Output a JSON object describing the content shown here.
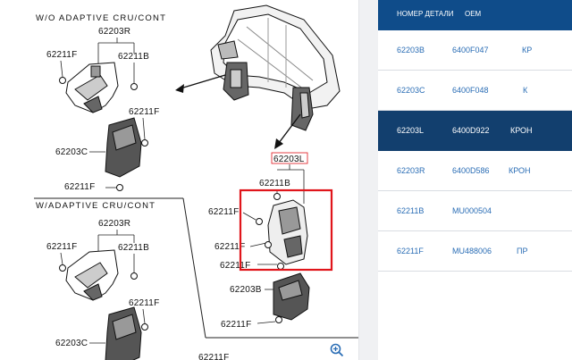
{
  "diagram": {
    "section_top": "W/O ADAPTIVE CRU/CONT",
    "section_bottom": "W/ADAPTIVE CRU/CONT",
    "top_labels": {
      "a": "62203R",
      "b": "62211F",
      "c": "62211B",
      "d": "62211F",
      "e": "62203C",
      "f": "62211F"
    },
    "bottom_labels": {
      "a": "62203R",
      "b": "62211F",
      "c": "62211B",
      "d": "62211F",
      "e": "62203C",
      "f": "62211F"
    },
    "right_labels": {
      "a": "62203L",
      "b": "62211B",
      "c": "62211F",
      "d": "62211F",
      "e": "62211F",
      "f": "62203B",
      "g": "62211F",
      "h": "62211F"
    },
    "highlight_color": "#e0151b",
    "zoom_icon": "zoom-in-icon"
  },
  "table": {
    "headers": {
      "part_number": "НОМЕР ДЕТАЛИ",
      "oem": "OEM"
    },
    "rows": [
      {
        "part": "62203B",
        "oem": "6400F047",
        "name": "КР"
      },
      {
        "part": "62203C",
        "oem": "6400F048",
        "name": "К"
      },
      {
        "part": "62203L",
        "oem": "6400D922",
        "name": "КРОН"
      },
      {
        "part": "62203R",
        "oem": "6400D586",
        "name": "КРОН"
      },
      {
        "part": "62211B",
        "oem": "MU000504",
        "name": ""
      },
      {
        "part": "62211F",
        "oem": "MU488006",
        "name": "ПР"
      }
    ],
    "selected_row": 2,
    "accent": "#0f4c8a",
    "selected_bg": "#123f6e"
  }
}
